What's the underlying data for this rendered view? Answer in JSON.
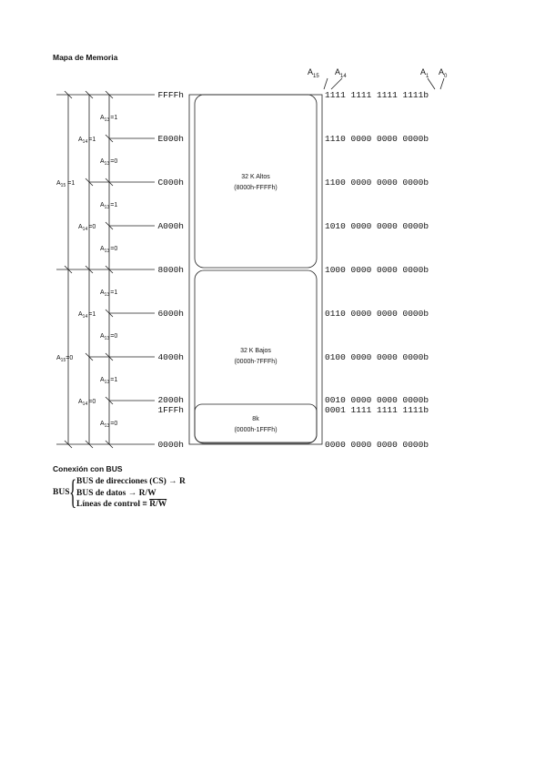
{
  "title": "Mapa de Memoria",
  "map": {
    "addresses": [
      {
        "hex": "FFFFh",
        "bin": "1111 1111 1111 1111b"
      },
      {
        "hex": "E000h",
        "bin": "1110 0000 0000 0000b"
      },
      {
        "hex": "C000h",
        "bin": "1100 0000 0000 0000b"
      },
      {
        "hex": "A000h",
        "bin": "1010 0000 0000 0000b"
      },
      {
        "hex": "8000h",
        "bin": "1000 0000 0000 0000b"
      },
      {
        "hex": "6000h",
        "bin": "0110 0000 0000 0000b"
      },
      {
        "hex": "4000h",
        "bin": "0100 0000 0000 0000b"
      },
      {
        "hex": "2000h",
        "bin": "0010 0000 0000 0000b"
      },
      {
        "hex": "1FFFh",
        "bin": "0001 1111 1111 1111b"
      },
      {
        "hex": "0000h",
        "bin": "0000 0000 0000 0000b"
      }
    ],
    "blocks": [
      {
        "name": "32 K Altos",
        "range": "(8000h-FFFFh)"
      },
      {
        "name": "32 K Bajos",
        "range": "(0000h-7FFFh)"
      },
      {
        "name": "8k",
        "range": "(0000h-1FFFh)"
      }
    ],
    "bit_labels": {
      "a15": {
        "base": "A",
        "sub": "15"
      },
      "a14": {
        "base": "A",
        "sub": "14"
      },
      "a1": {
        "base": "A",
        "sub": "1"
      },
      "a0": {
        "base": "A",
        "sub": "0"
      }
    },
    "decode_labels": {
      "a15_1": {
        "base": "A",
        "sub": "15",
        "val": "=1"
      },
      "a15_0": {
        "base": "A",
        "sub": "15",
        "val": "=0"
      },
      "a14_1": {
        "base": "A",
        "sub": "14",
        "val": "=1"
      },
      "a14_0": {
        "base": "A",
        "sub": "14",
        "val": "=0"
      },
      "a13_1": {
        "base": "A",
        "sub": "13",
        "val": "=1"
      },
      "a13_0": {
        "base": "A",
        "sub": "13",
        "val": "=0"
      }
    }
  },
  "bus": {
    "title": "Conexión con BUS",
    "label": "BUS",
    "lines": [
      {
        "text": "BUS de direcciones (CS) → R",
        "overline": ""
      },
      {
        "text": "BUS de datos → R/W",
        "overline": ""
      },
      {
        "text": "Líneas de control ≡ ",
        "overline": "R/W"
      }
    ]
  }
}
